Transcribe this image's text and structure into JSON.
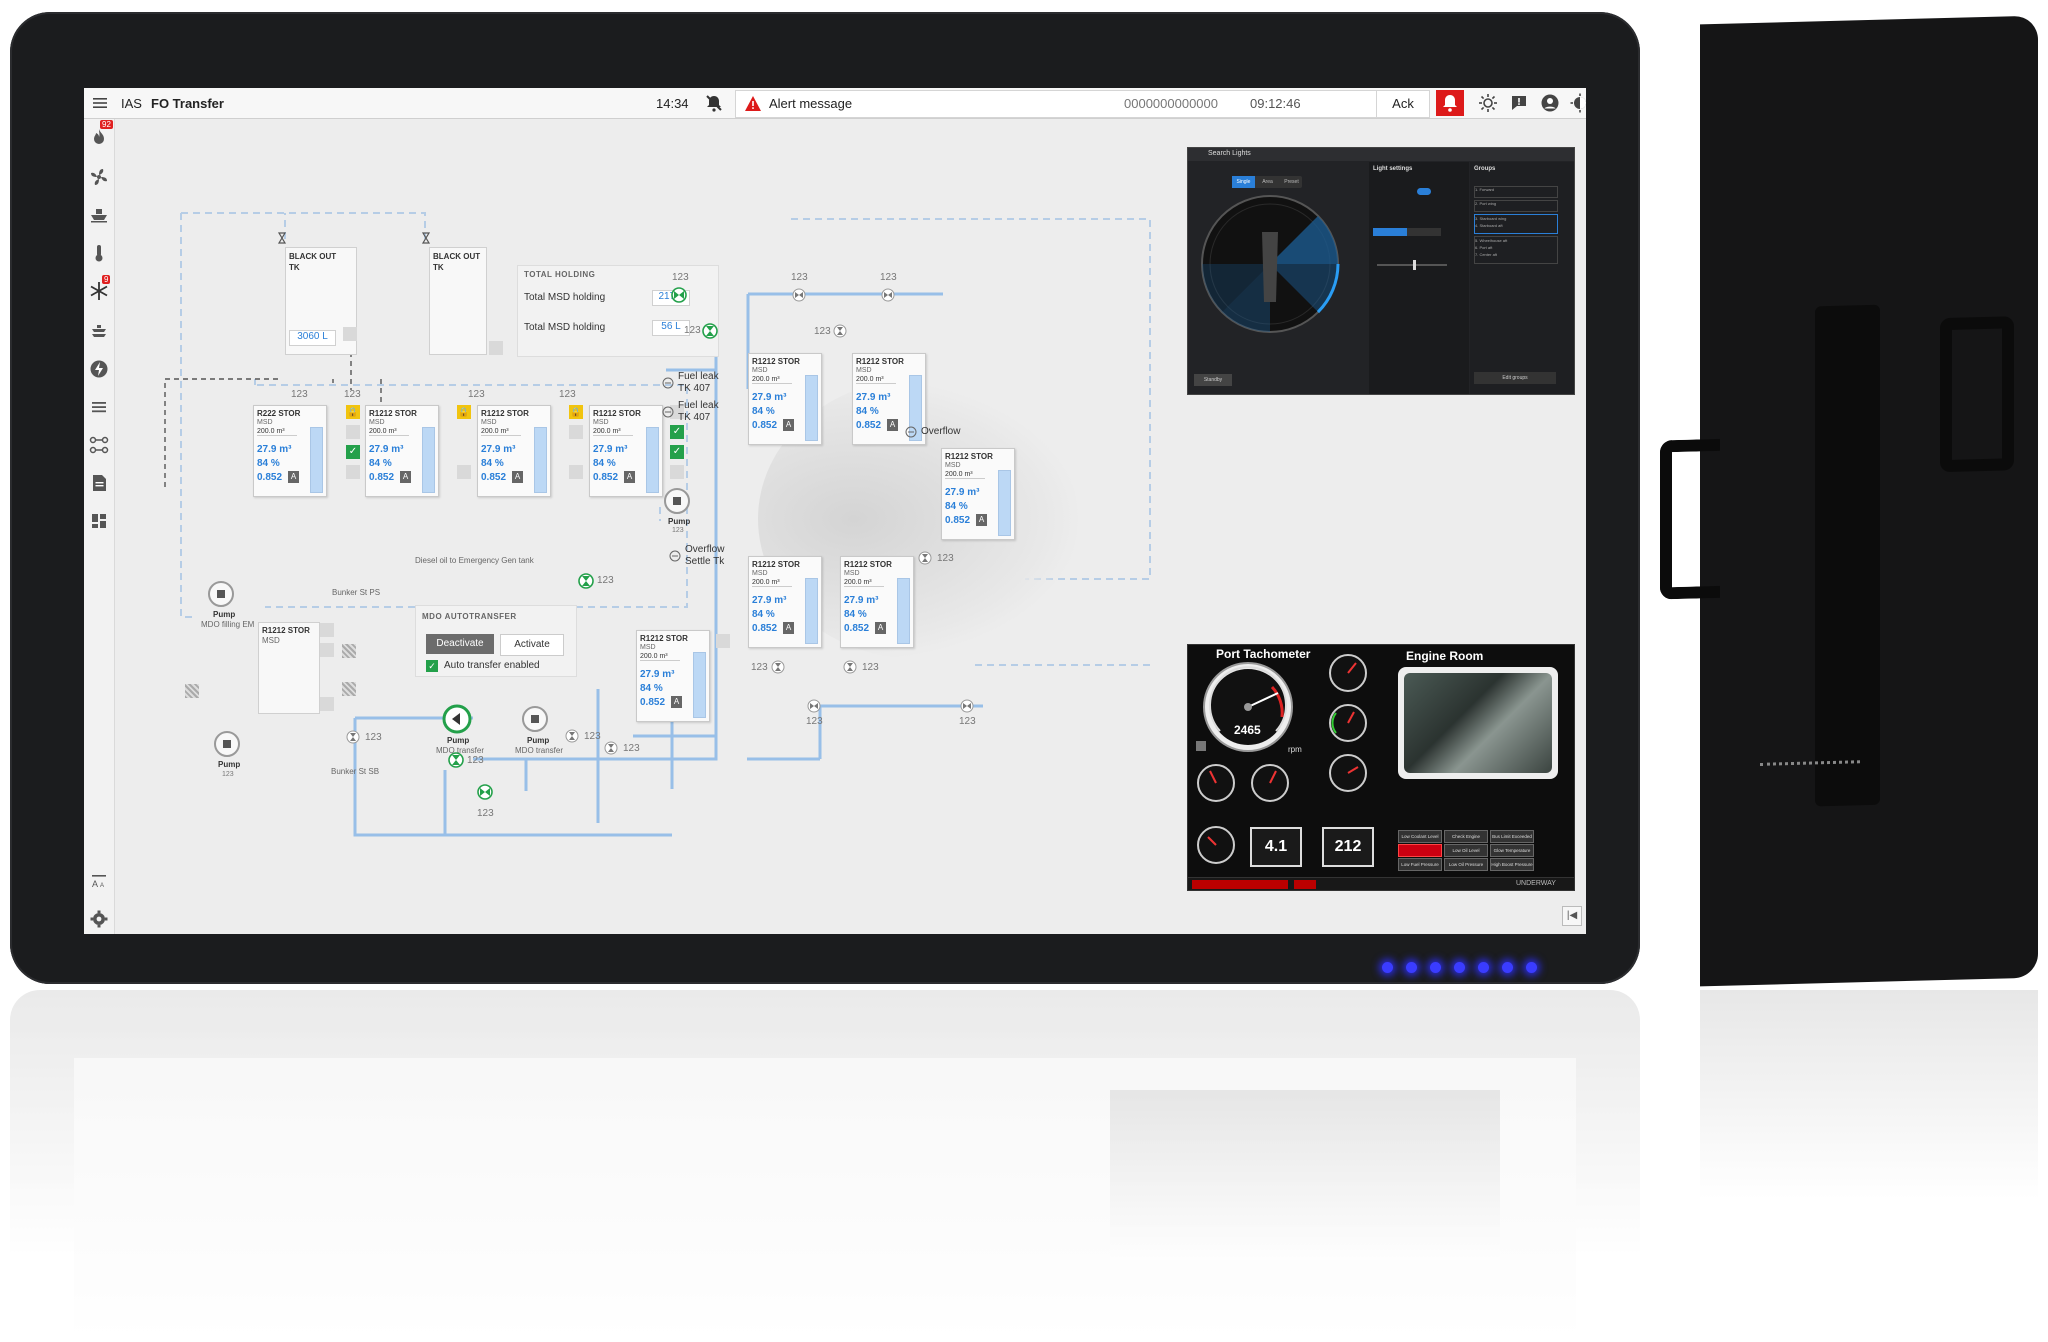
{
  "topbar": {
    "app": "IAS",
    "title": "FO Transfer",
    "clock": "14:34",
    "alert_message": "Alert message",
    "alert_id": "0000000000000",
    "alert_time": "09:12:46",
    "ack_label": "Ack"
  },
  "sidebar": {
    "badge_fire": "92",
    "badge_snow": "9"
  },
  "tanks_top": {
    "black_out_1": "BLACK OUT",
    "black_out_1_sub": "TK",
    "black_out_1_value": "3060 L",
    "black_out_2": "BLACK OUT",
    "black_out_2_sub": "TK"
  },
  "total_holding": {
    "header": "TOTAL HOLDING",
    "row1_label": "Total MSD holding",
    "row1_value": "217 L",
    "row2_label": "Total MSD holding",
    "row2_value": "56 L"
  },
  "storage_cards": [
    {
      "title": "R222 STOR",
      "sub": "MSD",
      "vol": "200.0 m³",
      "v1": "27.9 m³",
      "v2": "84 %",
      "v3": "0.852",
      "tag": "A"
    },
    {
      "title": "R1212 STOR",
      "sub": "MSD",
      "vol": "200.0 m³",
      "v1": "27.9 m³",
      "v2": "84 %",
      "v3": "0.852",
      "tag": "A"
    },
    {
      "title": "R1212 STOR",
      "sub": "MSD",
      "vol": "200.0 m³",
      "v1": "27.9 m³",
      "v2": "84 %",
      "v3": "0.852",
      "tag": "A"
    },
    {
      "title": "R1212 STOR",
      "sub": "MSD",
      "vol": "200.0 m³",
      "v1": "27.9 m³",
      "v2": "84 %",
      "v3": "0.852",
      "tag": "A"
    },
    {
      "title": "R1212 STOR",
      "sub": "MSD",
      "vol": "200.0 m³",
      "v1": "27.9 m³",
      "v2": "84 %",
      "v3": "0.852",
      "tag": "A"
    },
    {
      "title": "R1212 STOR",
      "sub": "MSD",
      "vol": "200.0 m³",
      "v1": "27.9 m³",
      "v2": "84 %",
      "v3": "0.852",
      "tag": "A"
    },
    {
      "title": "R1212 STOR",
      "sub": "MSD",
      "vol": "200.0 m³",
      "v1": "27.9 m³",
      "v2": "84 %",
      "v3": "0.852",
      "tag": "A"
    },
    {
      "title": "R1212 STOR",
      "sub": "MSD",
      "vol": "200.0 m³",
      "v1": "27.9 m³",
      "v2": "84 %",
      "v3": "0.852",
      "tag": "A"
    },
    {
      "title": "R1212 STOR",
      "sub": "MSD",
      "vol": "200.0 m³",
      "v1": "27.9 m³",
      "v2": "84 %",
      "v3": "0.852",
      "tag": "A"
    },
    {
      "title": "R1212 STOR",
      "sub": "MSD",
      "vol": "200.0 m³",
      "v1": "27.9 m³",
      "v2": "84 %",
      "v3": "0.852",
      "tag": "A"
    }
  ],
  "small_tank": {
    "title": "R1212 STOR",
    "sub": "MSD"
  },
  "labels": {
    "num": "123",
    "fuel_leak_1": "Fuel leak",
    "fuel_leak_1_b": "TK 407",
    "fuel_leak_2": "Fuel leak",
    "fuel_leak_2_b": "TK 407",
    "overflow": "Overflow",
    "overflow_settle": "Overflow",
    "overflow_settle_b": "Settle Tk",
    "pump": "Pump",
    "pump_mdo_filling": "MDO filling EM",
    "pump_mdo_transfer_1": "MDO transfer",
    "pump_mdo_transfer_2": "MDO transfer",
    "diesel_note": "Diesel oil to Emergency Gen tank",
    "bunker_ps": "Bunker St PS",
    "bunker_sb": "Bunker St SB"
  },
  "mdo_autotransfer": {
    "header": "MDO AUTOTRANSFER",
    "deactivate": "Deactivate",
    "activate": "Activate",
    "checkbox": "Auto transfer enabled"
  },
  "search_lights": {
    "title": "Search Lights",
    "tabs": [
      "Single",
      "Area",
      "Preset"
    ],
    "settings_title": "Light settings",
    "groups_title": "Groups",
    "bottom_left": "Standby",
    "bottom_right": "Edit groups",
    "group_items": [
      "1. Forward",
      "2. Port wing",
      "3. Starboard wing",
      "4. Starboard aft",
      "5. Wheelhouse aft",
      "6. Port aft",
      "7. Center aft"
    ]
  },
  "engine_panel": {
    "tach_title": "Port Tachometer",
    "tach_value": "2465",
    "tach_unit": "rpm",
    "room_title": "Engine Room",
    "fuel_rate": "4.1",
    "engine_hours": "212",
    "status": "UNDERWAY",
    "alarm_buttons": [
      "Low Coolant Level",
      "Check Engine",
      "Bus Limit Exceeded",
      "",
      "Low Oil Level",
      "Glow Temperature",
      "Low Fuel Pressure",
      "Low Oil Pressure",
      "High Boost Pressure"
    ]
  },
  "colors": {
    "accent_blue": "#2a7fd8",
    "alarm_red": "#dd1a1a",
    "ok_green": "#23a04a",
    "lock_yellow": "#f1c40f"
  }
}
